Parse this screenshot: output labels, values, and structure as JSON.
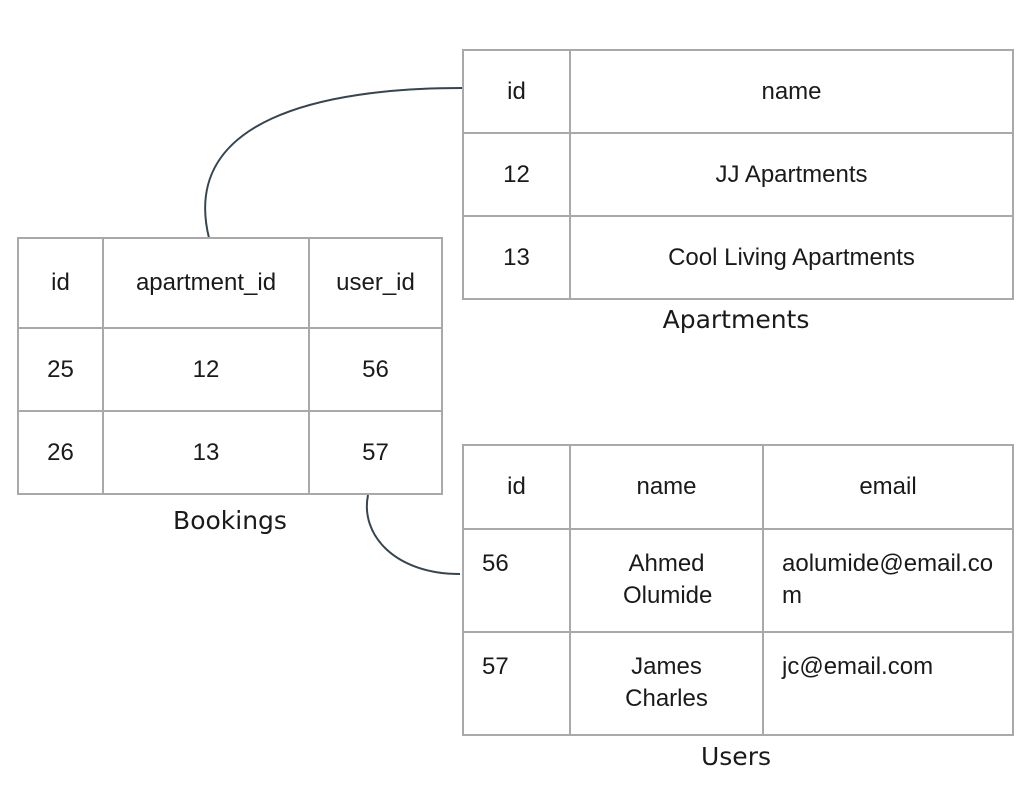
{
  "apartments": {
    "caption": "Apartments",
    "headers": [
      "id",
      "name"
    ],
    "rows": [
      [
        "12",
        "JJ Apartments"
      ],
      [
        "13",
        "Cool Living Apartments"
      ]
    ]
  },
  "bookings": {
    "caption": "Bookings",
    "headers": [
      "id",
      "apartment_id",
      "user_id"
    ],
    "rows": [
      [
        "25",
        "12",
        "56"
      ],
      [
        "26",
        "13",
        "57"
      ]
    ]
  },
  "users": {
    "caption": "Users",
    "headers": [
      "id",
      "name",
      "email"
    ],
    "rows": [
      [
        "56",
        "Ahmed Olumide",
        "aolumide@email.com"
      ],
      [
        "57",
        "James Charles",
        "jc@email.com"
      ]
    ]
  },
  "colors": {
    "border": "#a9a9a9",
    "connector": "#36454f",
    "text": "#1a1a1a"
  }
}
